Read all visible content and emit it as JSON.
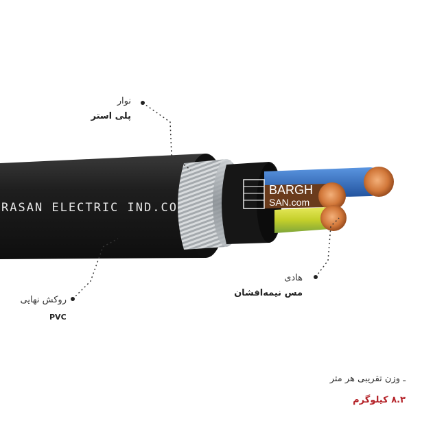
{
  "cable": {
    "jacket_print": "RASAN ELECTRIC IND.CO.",
    "logo_top": "BARGH",
    "logo_bottom": "SAN.com"
  },
  "annotations": {
    "tape": {
      "label": "نوار",
      "value": "پلی استر"
    },
    "sheath": {
      "label": "روکش نهایی",
      "value": "PVC"
    },
    "conductor": {
      "label": "هادی",
      "value": "مس نیمه‌افشان"
    }
  },
  "weight": {
    "label": "وزن تقریبی هر متر",
    "prefix": "ـ",
    "value": "۸.۳ کیلوگرم"
  },
  "colors": {
    "jacket": "#1b1b1b",
    "copper": "#d2783a",
    "core_blue": "#2f6fc6",
    "core_yellow_green": "#c9d32a",
    "weight_value": "#b5242a"
  }
}
